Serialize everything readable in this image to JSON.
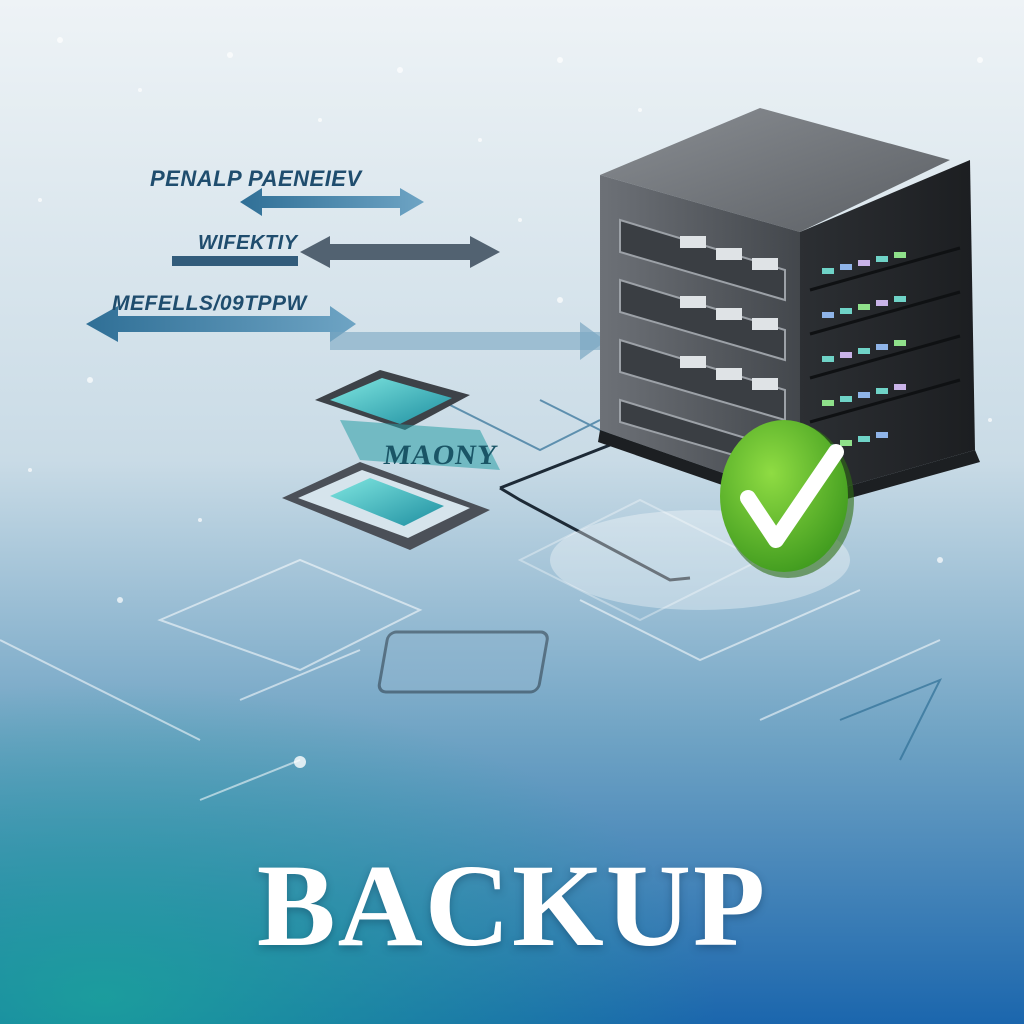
{
  "scene": {
    "arrow_labels": [
      "PENALP  PAENEIEV",
      "WIFEKTIY",
      "MEFELLS/09TPPW"
    ],
    "device_label": "MAONY",
    "headline": "BACKUP"
  },
  "colors": {
    "background_top": "#e9f0f4",
    "background_bottom": "#1d6fb7",
    "accent_teal": "#2a9fa6",
    "check_green": "#5dbb2f",
    "server_body": "#4a4d52",
    "arrow_blue": "#3b7ea6"
  },
  "icons": [
    "server-rack-icon",
    "check-badge-icon",
    "tablet-device-icon",
    "transfer-arrow-icon"
  ]
}
